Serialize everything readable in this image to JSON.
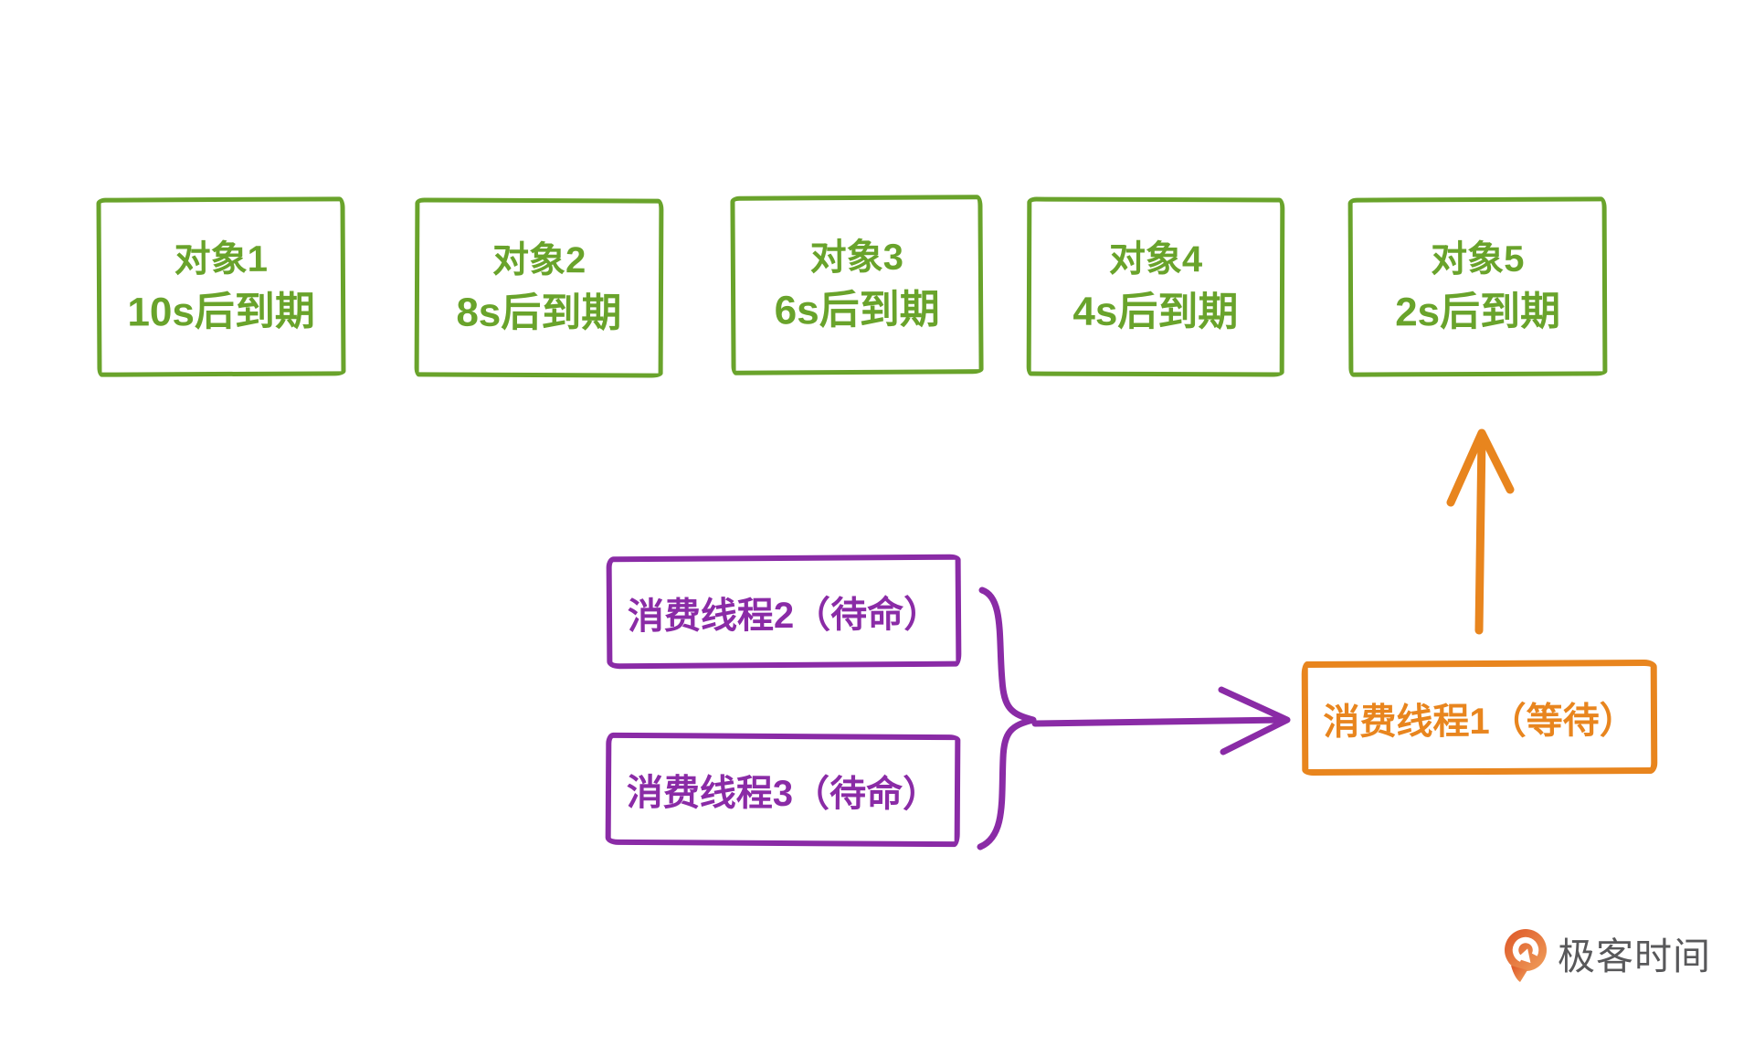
{
  "diagram": {
    "colors": {
      "object_green": "#69a32b",
      "standby_purple": "#8a2ba6",
      "waiting_orange": "#e8851e",
      "logo_gray": "#58585a",
      "background": "#ffffff"
    },
    "objects": [
      {
        "line1": "对象1",
        "line2": "10s后到期"
      },
      {
        "line1": "对象2",
        "line2": "8s后到期"
      },
      {
        "line1": "对象3",
        "line2": "6s后到期"
      },
      {
        "line1": "对象4",
        "line2": "4s后到期"
      },
      {
        "line1": "对象5",
        "line2": "2s后到期"
      }
    ],
    "standby_threads": [
      {
        "label": "消费线程2（待命）"
      },
      {
        "label": "消费线程3（待命）"
      }
    ],
    "waiting_thread": {
      "label": "消费线程1（等待）"
    }
  },
  "branding": {
    "logo_text": "极客时间",
    "logo_icon": "geektime-logo-icon"
  }
}
